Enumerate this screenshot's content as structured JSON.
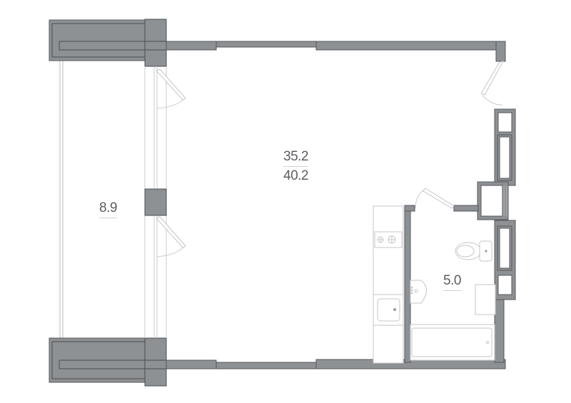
{
  "plan": {
    "rooms": [
      {
        "id": "main-room",
        "area": "35.2",
        "total_area": "40.2"
      },
      {
        "id": "balcony",
        "area": "8.9"
      },
      {
        "id": "bathroom",
        "area": "5.0"
      }
    ],
    "colors": {
      "wall": "#8e9194",
      "wall_outline": "#55585b",
      "fixture_line": "#c4c6c8",
      "text": "#5a5d60"
    },
    "fixtures": [
      "stove-2-burner",
      "kitchen-sink",
      "toilet",
      "washbasin",
      "bathtub",
      "washing-machine-space"
    ]
  }
}
